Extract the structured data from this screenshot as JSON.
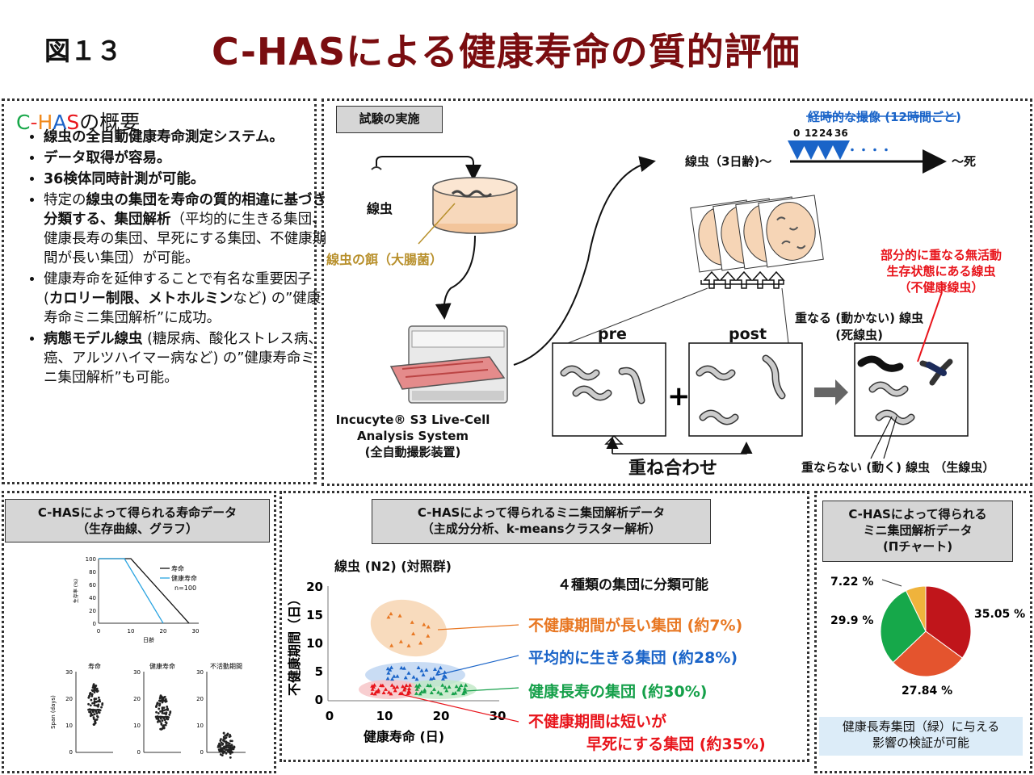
{
  "figure_number": "図１３",
  "title": "C-HASによる健康寿命の質的評価",
  "overview": {
    "title_c": "C",
    "title_dash": "-",
    "title_h": "H",
    "title_a": "A",
    "title_s": "S",
    "title_rest": "の概要",
    "b1": "線虫の全自動健康寿命測定システム。",
    "b2": "データ取得が容易。",
    "b3": "36検体同時計測が可能。",
    "b4_a": "特定の",
    "b4_b": "線虫の集団を寿命の質的相違に基づき分類する、集団解析",
    "b4_c": "（平均的に生きる集団、健康長寿の集団、早死にする集団、不健康期間が長い集団）が可能。",
    "b5_a": "健康寿命を延伸することで有名な重要因子 (",
    "b5_b": "カロリー制限、メトホルミン",
    "b5_c": "など) の”健康寿命ミニ集団解析”に成功。",
    "b6_a": "病態モデル線虫",
    "b6_b": " (糖尿病、酸化ストレス病、癌、アルツハイマー病など) の”健康寿命ミニ集団解析”も可能。"
  },
  "experiment": {
    "header": "試験の実施",
    "worm_label": "線虫",
    "food_label": "線虫の餌（大腸菌）",
    "device_line1": "Incucyte® S3 Live-Cell",
    "device_line2": "Analysis System",
    "device_line3": "(全自動撮影装置)",
    "timelapse_title": "経時的な撮像 (12時間ごと)",
    "t0": "0",
    "t12": "12",
    "t24": "24",
    "t36": "36",
    "dots": "・・・・",
    "timeline_start": "線虫（3日齢)〜",
    "timeline_end": "〜死",
    "pre": "pre",
    "post": "post",
    "overlay": "重ね合わせ",
    "dead_label_1": "重なる (動かない) 線虫",
    "dead_label_2": "(死線虫)",
    "unhealthy_1": "部分的に重なる無活動",
    "unhealthy_2": "生存状態にある線虫",
    "unhealthy_3": "（不健康線虫）",
    "alive_label": "重ならない (動く) 線虫 （生線虫）"
  },
  "survival": {
    "header_1": "C-HASによって得られる寿命データ",
    "header_2": "（生存曲線、グラフ）",
    "legend_1": "寿命",
    "legend_2": "健康寿命",
    "legend_n": "n=100",
    "ylabel": "生存率 (%)",
    "xlabel": "日齢",
    "y_ticks": [
      "100",
      "80",
      "60",
      "40",
      "20",
      "0"
    ],
    "x_ticks": [
      "0",
      "10",
      "20",
      "30"
    ],
    "box_titles": [
      "寿命",
      "健康寿命",
      "不活動期間"
    ],
    "box_ylabel": "Span (days)",
    "box_ticks": [
      "30",
      "20",
      "10",
      "0"
    ]
  },
  "cluster": {
    "header_1": "C-HASによって得られるミニ集団解析データ",
    "header_2": "（主成分分析、k-meansクラスター解析）",
    "plot_title": "線虫 (N2) (対照群)",
    "classify_title": "４種類の集団に分類可能",
    "ylabel": "不健康期間（日）",
    "xlabel": "健康寿命 (日)",
    "y_ticks": [
      "20",
      "15",
      "10",
      "5",
      "0"
    ],
    "x_ticks": [
      "0",
      "10",
      "20",
      "30"
    ],
    "g1": "不健康期間が長い集団 (約7%)",
    "g2": "平均的に生きる集団 (約28%)",
    "g3": "健康長寿の集団 (約30%)",
    "g4_1": "不健康期間は短いが",
    "g4_2": "早死にする集団 (約35%)",
    "colors": {
      "orange": "#e87722",
      "blue": "#1a64c8",
      "green": "#15a04a",
      "red": "#e8141b"
    }
  },
  "pie": {
    "header_1": "C-HASによって得られる",
    "header_2": "ミニ集団解析データ",
    "header_3": "(Πチャート)",
    "note_1": "健康長寿集団（緑）に与える",
    "note_2": "影響の検証が可能",
    "chart_data": {
      "type": "pie",
      "slices": [
        {
          "label": "35.05 %",
          "value": 35.05,
          "color": "#c0151b"
        },
        {
          "label": "27.84 %",
          "value": 27.84,
          "color": "#e4542e"
        },
        {
          "label": "29.9 %",
          "value": 29.9,
          "color": "#16a84a"
        },
        {
          "label": "7.22 %",
          "value": 7.22,
          "color": "#efb33c"
        }
      ]
    }
  }
}
